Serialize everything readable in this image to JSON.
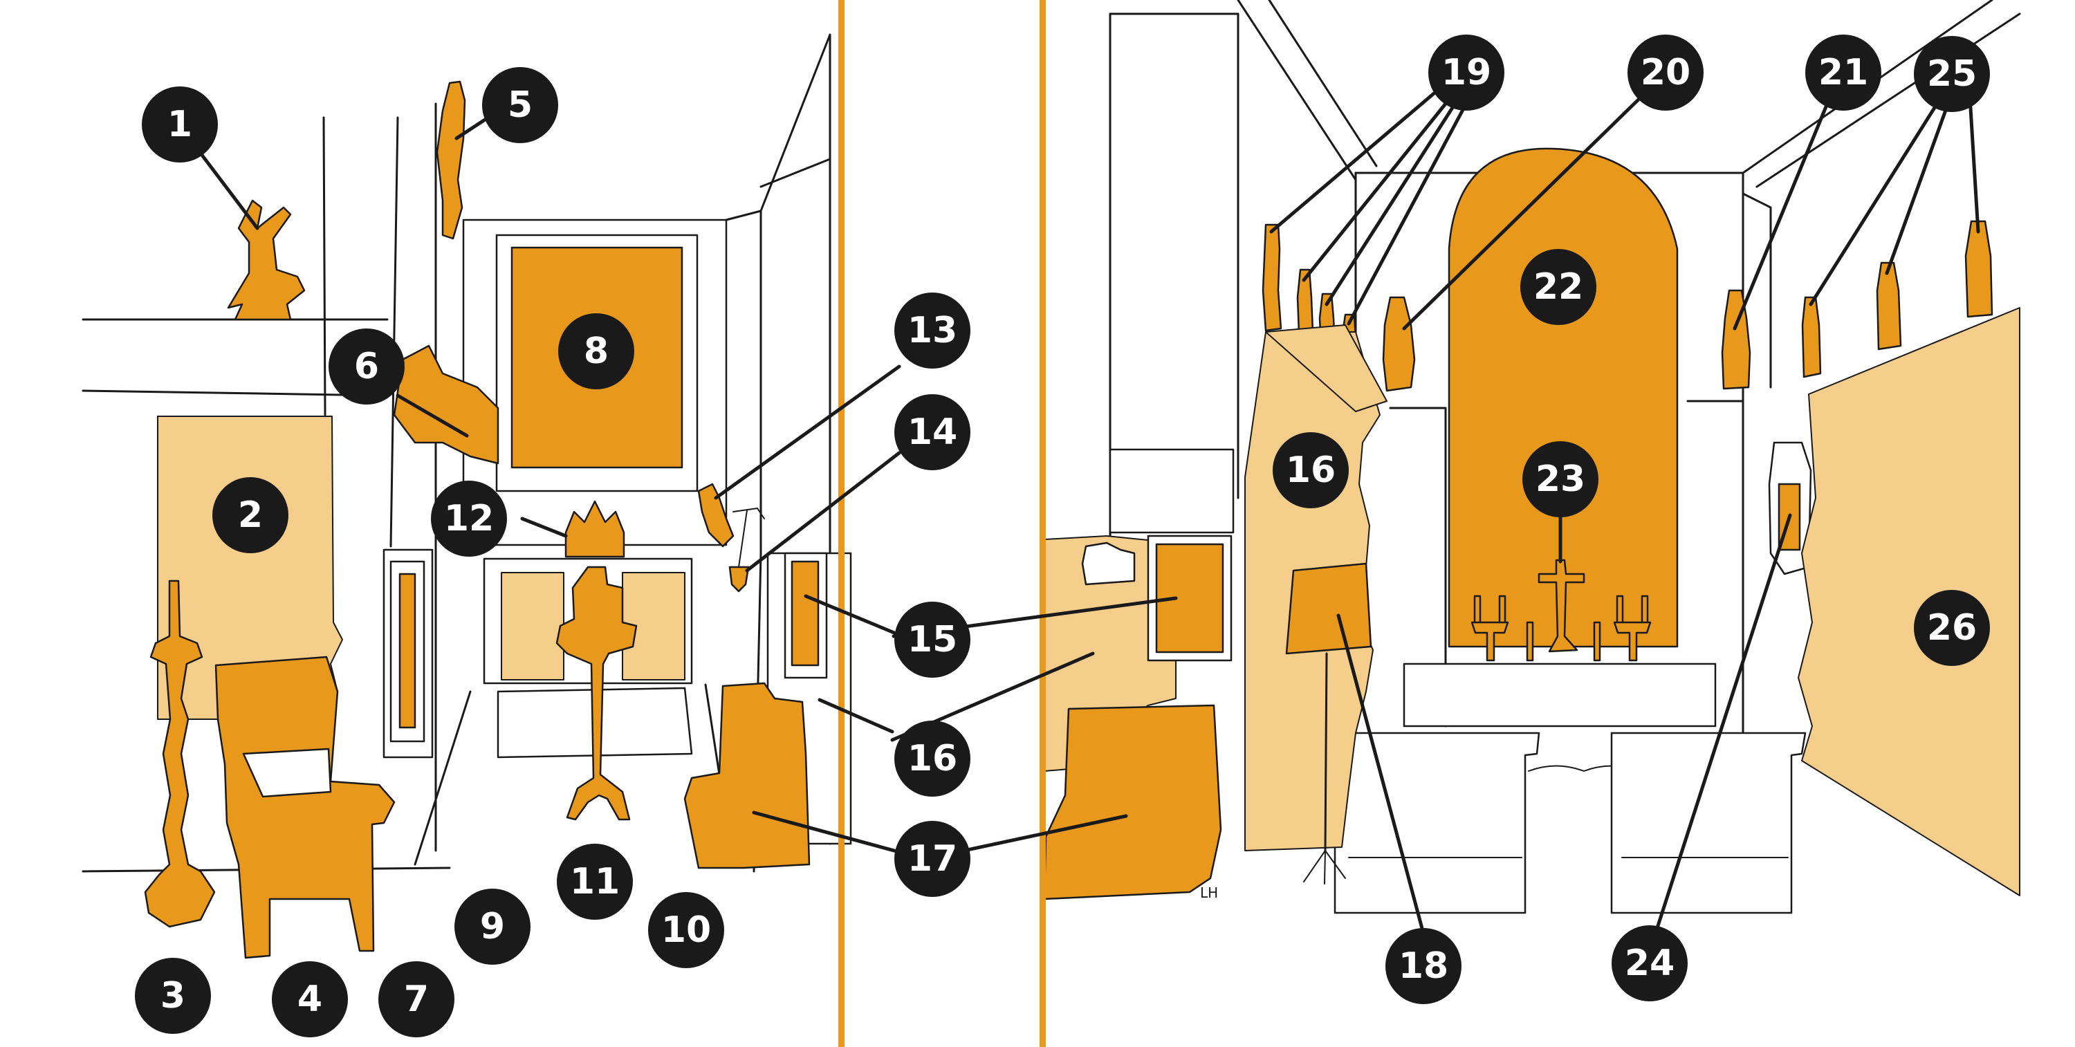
{
  "colors": {
    "accent": "#E8981A",
    "accent_light": "#F6CE8C",
    "marker": "#1a1a1a",
    "marker_text": "#ffffff",
    "divider": "#E8981A"
  },
  "markers": [
    {
      "id": "m1",
      "label": "1"
    },
    {
      "id": "m2",
      "label": "2"
    },
    {
      "id": "m3",
      "label": "3"
    },
    {
      "id": "m4",
      "label": "4"
    },
    {
      "id": "m5",
      "label": "5"
    },
    {
      "id": "m6",
      "label": "6"
    },
    {
      "id": "m7",
      "label": "7"
    },
    {
      "id": "m8",
      "label": "8"
    },
    {
      "id": "m9",
      "label": "9"
    },
    {
      "id": "m10",
      "label": "10"
    },
    {
      "id": "m11",
      "label": "11"
    },
    {
      "id": "m12",
      "label": "12"
    },
    {
      "id": "m13",
      "label": "13"
    },
    {
      "id": "m14",
      "label": "14"
    },
    {
      "id": "m15",
      "label": "15"
    },
    {
      "id": "m16a",
      "label": "16"
    },
    {
      "id": "m16b",
      "label": "16"
    },
    {
      "id": "m17",
      "label": "17"
    },
    {
      "id": "m18",
      "label": "18"
    },
    {
      "id": "m19",
      "label": "19"
    },
    {
      "id": "m20",
      "label": "20"
    },
    {
      "id": "m21",
      "label": "21"
    },
    {
      "id": "m22",
      "label": "22"
    },
    {
      "id": "m23",
      "label": "23"
    },
    {
      "id": "m24",
      "label": "24"
    },
    {
      "id": "m25",
      "label": "25"
    },
    {
      "id": "m26",
      "label": "26"
    }
  ],
  "signature": "LH"
}
